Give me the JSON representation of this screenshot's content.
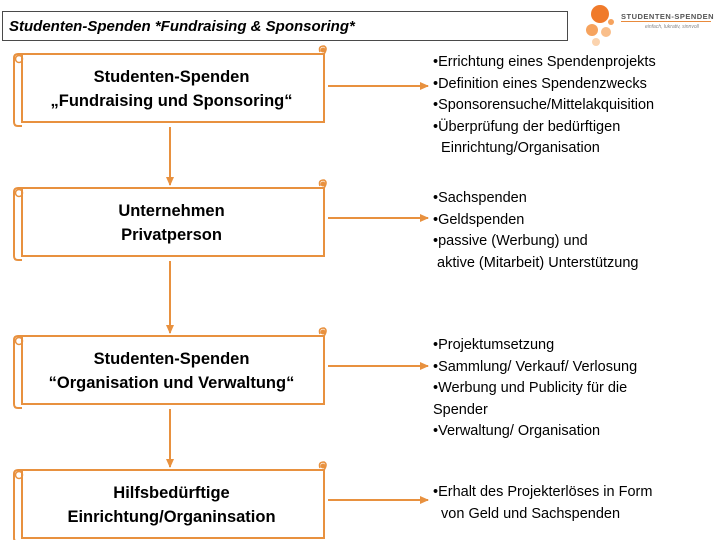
{
  "header": {
    "title": "Studenten-Spenden  *Fundraising & Sponsoring*",
    "logo_text": "STUDENTEN-SPENDEN",
    "logo_sub": "einfach, lukrativ, sinnvoll"
  },
  "colors": {
    "accent": "#e8913f",
    "border": "#4a4a4a"
  },
  "steps": [
    {
      "line1": "Studenten-Spenden",
      "line2": "„Fundraising und Sponsoring“",
      "details": [
        "•Errichtung eines Spendenprojekts",
        "•Definition eines Spendenzwecks",
        "•Sponsorensuche/Mittelakquisition",
        "•Überprüfung der bedürftigen",
        "  Einrichtung/Organisation"
      ]
    },
    {
      "line1": "Unternehmen",
      "line2": "Privatperson",
      "details": [
        "•Sachspenden",
        "•Geldspenden",
        "•passive (Werbung) und",
        " aktive (Mitarbeit) Unterstützung"
      ]
    },
    {
      "line1": "Studenten-Spenden",
      "line2": "“Organisation und Verwaltung“",
      "details": [
        "•Projektumsetzung",
        "•Sammlung/ Verkauf/ Verlosung",
        "•Werbung und Publicity für die",
        "Spender",
        "•Verwaltung/ Organisation"
      ]
    },
    {
      "line1": "Hilfsbedürftige",
      "line2": "Einrichtung/Organinsation",
      "details": [
        "•Erhalt des Projekterlöses in Form",
        "  von Geld und Sachspenden"
      ]
    }
  ]
}
